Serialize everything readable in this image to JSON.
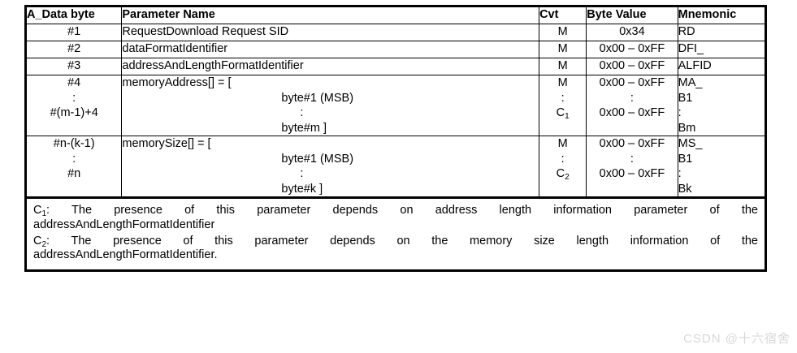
{
  "table": {
    "columns": [
      {
        "key": "a_data_byte",
        "label": "A_Data byte"
      },
      {
        "key": "parameter_name",
        "label": "Parameter Name"
      },
      {
        "key": "cvt",
        "label": "Cvt"
      },
      {
        "key": "byte_value",
        "label": "Byte Value"
      },
      {
        "key": "mnemonic",
        "label": "Mnemonic"
      }
    ],
    "rows": [
      {
        "a_data_byte": "#1",
        "parameter_name": "RequestDownload Request SID",
        "cvt": "M",
        "byte_value": "0x34",
        "mnemonic": "RD"
      },
      {
        "a_data_byte": "#2",
        "parameter_name": "dataFormatIdentifier",
        "cvt": "M",
        "byte_value": "0x00 – 0xFF",
        "mnemonic": "DFI_"
      },
      {
        "a_data_byte": "#3",
        "parameter_name": "addressAndLengthFormatIdentifier",
        "cvt": "M",
        "byte_value": "0x00 – 0xFF",
        "mnemonic": "ALFID"
      }
    ],
    "groups": [
      {
        "a_data_byte_lines": [
          "#4",
          ":",
          "#(m-1)+4"
        ],
        "param_head": "memoryAddress[] = [",
        "param_lines": [
          "byte#1 (MSB)",
          ":",
          "byte#m ]"
        ],
        "cvt_lines": [
          "M",
          ":",
          "C"
        ],
        "cvt_sub": "1",
        "byte_value_lines": [
          "0x00 – 0xFF",
          ":",
          "0x00 – 0xFF"
        ],
        "mnemonic_lines": [
          "MA_",
          "B1",
          ":",
          "Bm"
        ]
      },
      {
        "a_data_byte_lines": [
          "#n-(k-1)",
          ":",
          "#n"
        ],
        "param_head": "memorySize[] = [",
        "param_lines": [
          "byte#1 (MSB)",
          ":",
          "byte#k ]"
        ],
        "cvt_lines": [
          "M",
          ":",
          "C"
        ],
        "cvt_sub": "2",
        "byte_value_lines": [
          "0x00 – 0xFF",
          ":",
          "0x00 – 0xFF"
        ],
        "mnemonic_lines": [
          "MS_",
          "B1",
          ":",
          "Bk"
        ]
      }
    ],
    "footnotes": [
      {
        "marker": "C",
        "marker_sub": "1",
        "line1": ": The presence of this parameter depends on address length information parameter of the",
        "line2": "addressAndLengthFormatIdentifier"
      },
      {
        "marker": "C",
        "marker_sub": "2",
        "line1": ": The presence of this parameter depends on the memory size length information of the",
        "line2": "addressAndLengthFormatIdentifier."
      }
    ]
  },
  "watermark": {
    "text": "CSDN @十六宿舍",
    "color": "#d8d8d8"
  }
}
